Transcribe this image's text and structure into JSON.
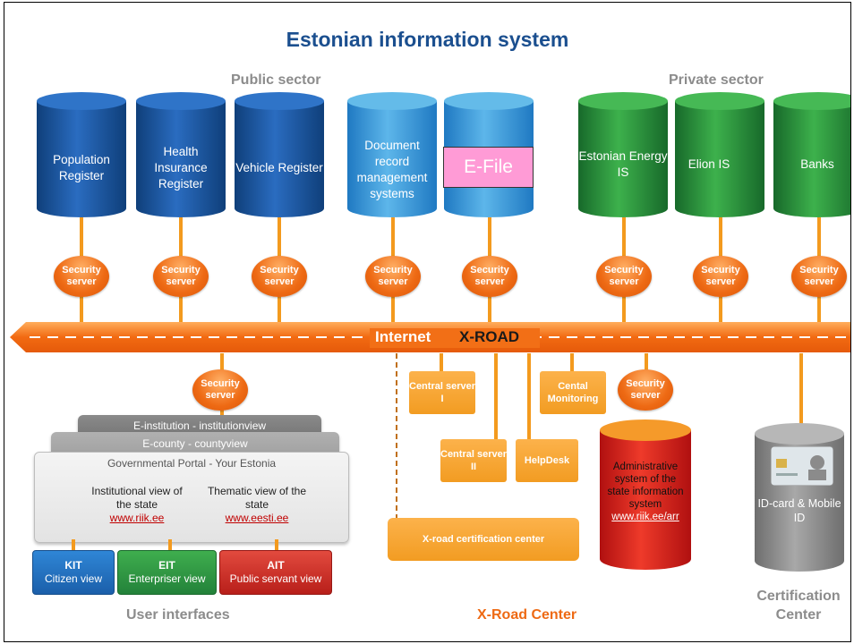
{
  "title": "Estonian information system",
  "sectors": {
    "public": "Public sector",
    "private": "Private sector"
  },
  "databases": {
    "population": "Population Register",
    "health": "Health Insurance Register",
    "vehicle": "Vehicle Register",
    "document": "Document record management systems",
    "efile_label": "E-File",
    "energy": "Estonian Energy IS",
    "elion": "Elion IS",
    "banks": "Banks"
  },
  "security_server": "Security server",
  "road": {
    "internet": "Internet",
    "xroad": "X-ROAD"
  },
  "center": {
    "central1": "Central server I",
    "central2": "Central server II",
    "helpdesk": "HelpDesk",
    "monitoring": "Cental Monitoring",
    "certification": "X-road certification center",
    "admin_text": "Administrative system of the state information system",
    "admin_link": "www.riik.ee/arr"
  },
  "portal": {
    "institution": "E-institution - institutionview",
    "county": "E-county - countyview",
    "main": "Governmental Portal - Your Estonia",
    "institutional": "Institutional view of the state",
    "institutional_link": "www.riik.ee",
    "thematic": "Thematic view of the state",
    "thematic_link": "www.eesti.ee"
  },
  "ui_buttons": {
    "kit_title": "KIT",
    "kit_sub": "Citizen view",
    "eit_title": "EIT",
    "eit_sub": "Enterpriser view",
    "ait_title": "AIT",
    "ait_sub": "Public servant view"
  },
  "idcard": {
    "label": "ID-card & Mobile ID"
  },
  "footers": {
    "ui": "User interfaces",
    "xroad": "X-Road Center",
    "cert": "Certification Center"
  },
  "colors": {
    "dark_blue": "#1a5aa6",
    "light_blue": "#3c9ad6",
    "green": "#2b9a3a",
    "orange": "#f39a1e",
    "red": "#d8201f"
  }
}
